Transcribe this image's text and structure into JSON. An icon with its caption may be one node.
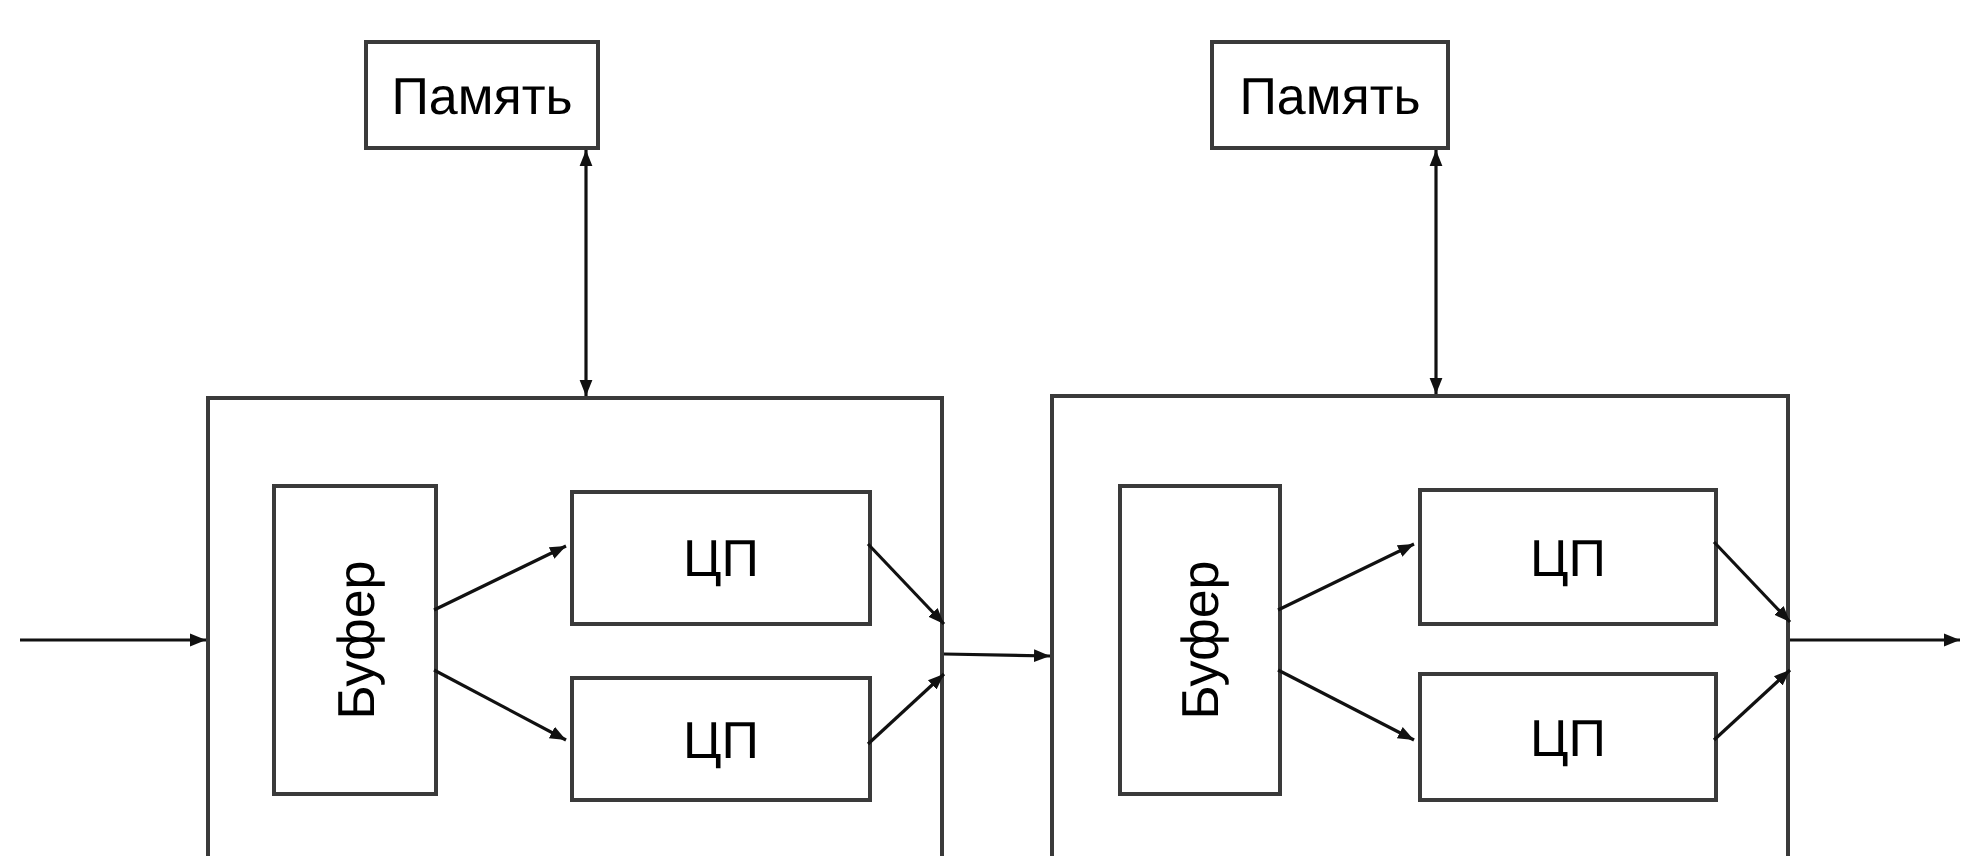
{
  "diagram": {
    "nodes": [
      {
        "text": [
          "Память"
        ]
      },
      {
        "text": [],
        "shape": "box"
      },
      {
        "text": [
          "Буфер"
        ],
        "in": 1
      },
      {
        "text": [
          "ЦП"
        ],
        "in": 1
      },
      {
        "text": [
          "ЦП"
        ],
        "in": 1
      },
      {
        "text": [
          "Память"
        ]
      },
      {
        "text": [],
        "shape": "box"
      },
      {
        "text": [
          "Буфер"
        ],
        "in": 6
      },
      {
        "text": [
          "ЦП"
        ],
        "in": 6
      },
      {
        "text": [
          "ЦП"
        ],
        "in": 6
      }
    ],
    "edges": [
      {
        "from": null,
        "to": 1,
        "arrow": "to"
      },
      {
        "from": 0,
        "to": 1,
        "arrow": "both"
      },
      {
        "from": 2,
        "to": 3,
        "arrow": "to"
      },
      {
        "from": 2,
        "to": 4,
        "arrow": "to"
      },
      {
        "from": 3,
        "to": 1,
        "arrow": "to"
      },
      {
        "from": 4,
        "to": 1,
        "arrow": "to"
      },
      {
        "from": 1,
        "to": 6,
        "arrow": "to"
      },
      {
        "from": 5,
        "to": 6,
        "arrow": "both"
      },
      {
        "from": 7,
        "to": 8,
        "arrow": "to"
      },
      {
        "from": 7,
        "to": 9,
        "arrow": "to"
      },
      {
        "from": 8,
        "to": 6,
        "arrow": "to"
      },
      {
        "from": 9,
        "to": 6,
        "arrow": "to"
      },
      {
        "from": 6,
        "to": null,
        "arrow": "to"
      }
    ]
  }
}
